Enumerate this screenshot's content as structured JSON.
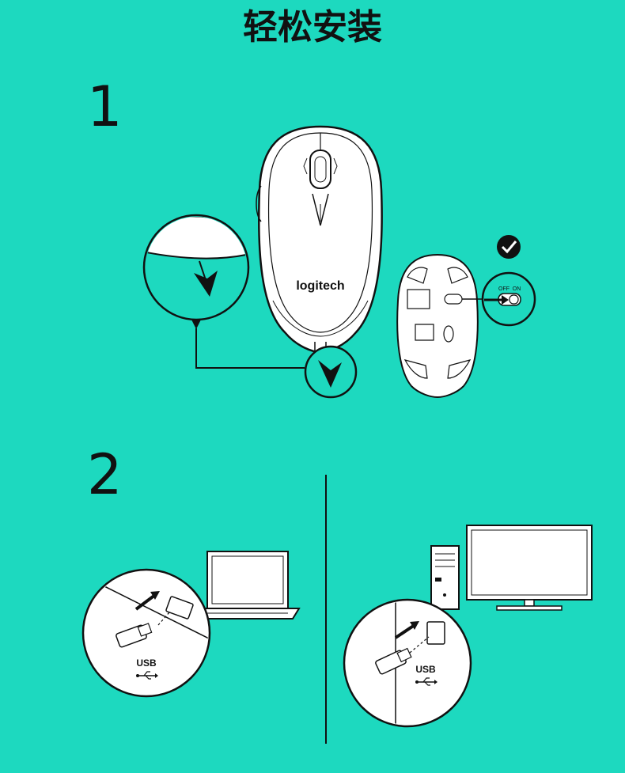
{
  "page": {
    "title": "轻松安装"
  },
  "steps": [
    {
      "number": "1"
    },
    {
      "number": "2"
    }
  ],
  "mouse": {
    "brand": "logitech",
    "switch_off": "OFF",
    "switch_on": "ON"
  },
  "receiver": {
    "usb_label_left": "USB",
    "usb_label_right": "USB"
  },
  "colors": {
    "background": "#1dd9bf",
    "line": "#111111",
    "device_fill": "#ffffff"
  },
  "icons": [
    "checkmark-icon",
    "usb-icon",
    "arrow-icon"
  ]
}
